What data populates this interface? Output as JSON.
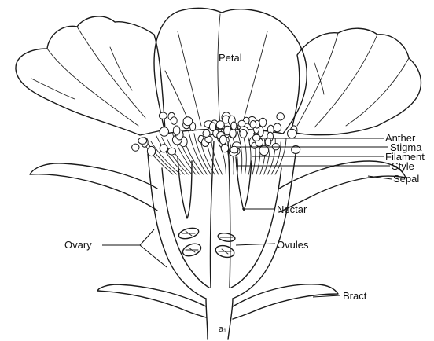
{
  "labels": {
    "petal": "Petal",
    "anther": "Anther",
    "stigma": "Stigma",
    "filament": "Filament",
    "style": "Style",
    "sepal": "Sepal",
    "nectar": "Nectar",
    "ovary": "Ovary",
    "ovules": "Ovules",
    "bract": "Bract",
    "corner_mark": "a₁"
  },
  "colors": {
    "line": "#1a1a1a",
    "background": "#ffffff"
  }
}
